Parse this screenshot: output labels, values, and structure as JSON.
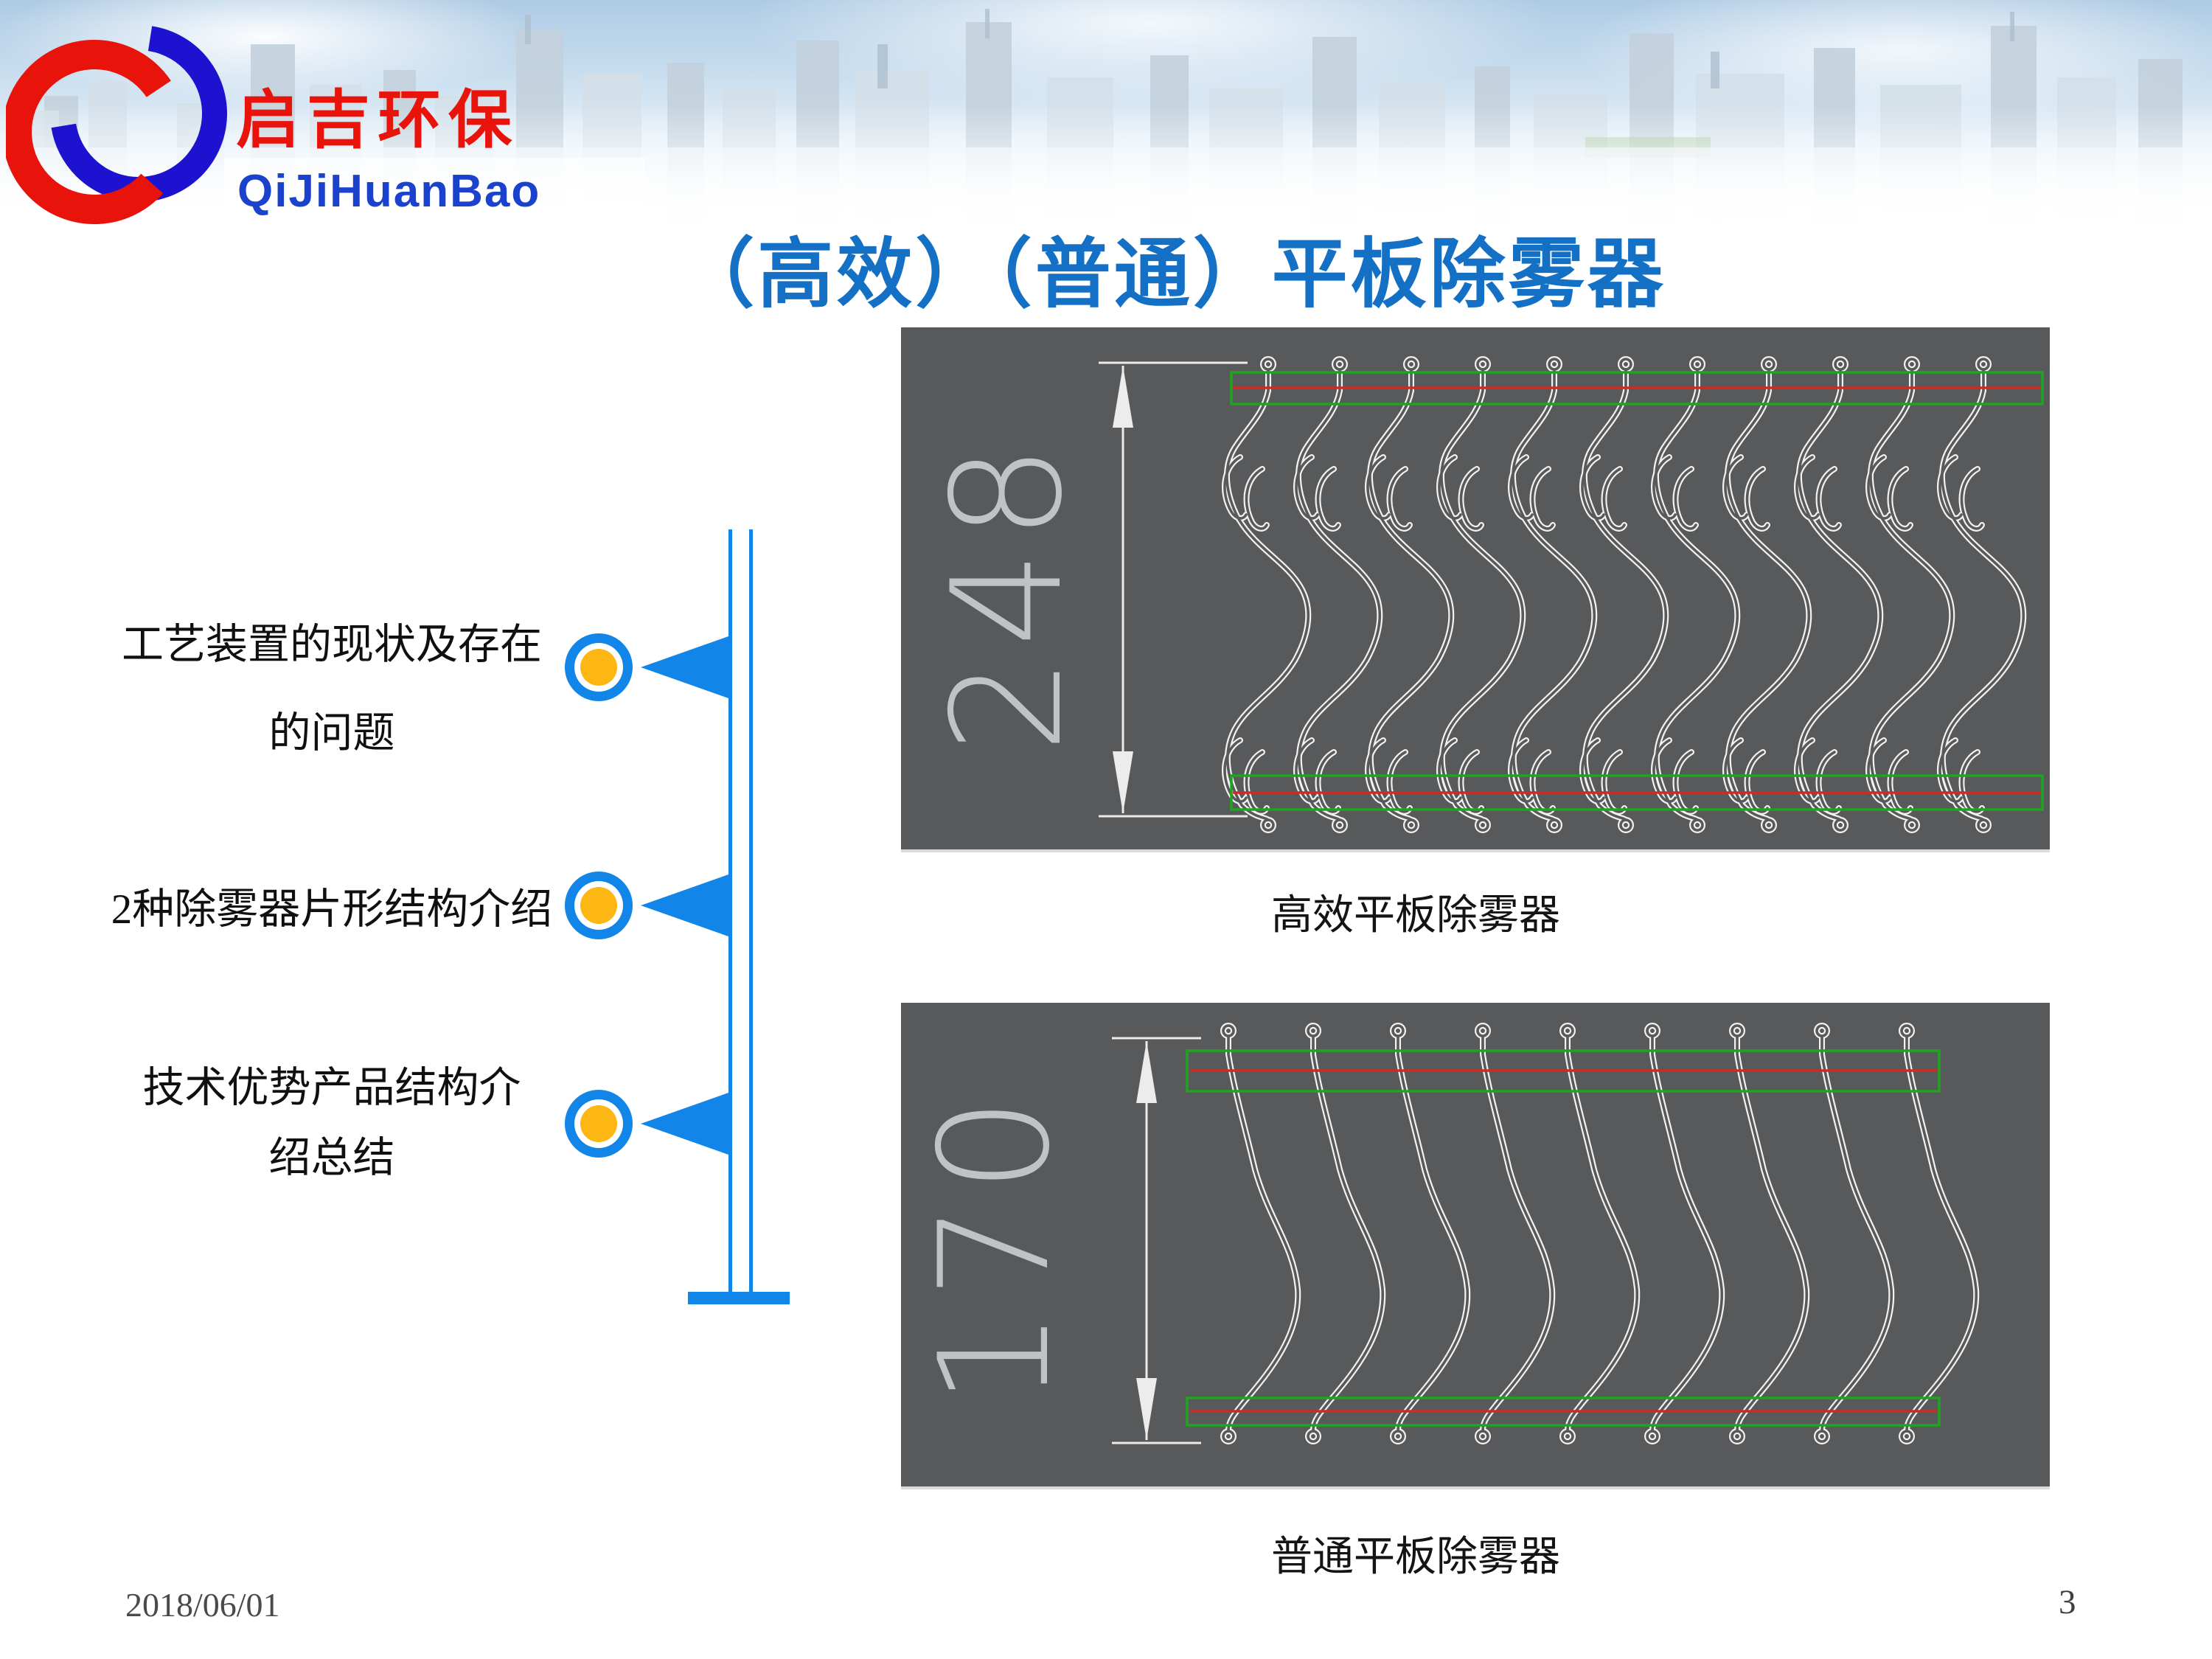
{
  "logo": {
    "company_cn": "启吉环保",
    "company_en": "QiJiHuanBao"
  },
  "title": "（高效）（普通）平板除雾器",
  "agenda": [
    {
      "line1": "工艺装置的现状及存在",
      "line2": "的问题"
    },
    {
      "line1": "2种除雾器片形结构介绍"
    },
    {
      "line1": "技术优势产品结构介",
      "line2": "绍总结"
    }
  ],
  "figures": [
    {
      "dimension": "248",
      "caption": "高效平板除雾器"
    },
    {
      "dimension": "170",
      "caption": "普通平板除雾器"
    }
  ],
  "footer": {
    "date": "2018/06/01",
    "page": "3"
  },
  "colors": {
    "accent_blue": "#1186e8",
    "marker_gold": "#fdb714",
    "title_blue": "#1470c4",
    "logo_red": "#e8140c",
    "logo_blue": "#1b42cc",
    "panel_gray": "#58595a",
    "annotation_green": "#1ea51e",
    "annotation_red": "#cc2c24"
  }
}
